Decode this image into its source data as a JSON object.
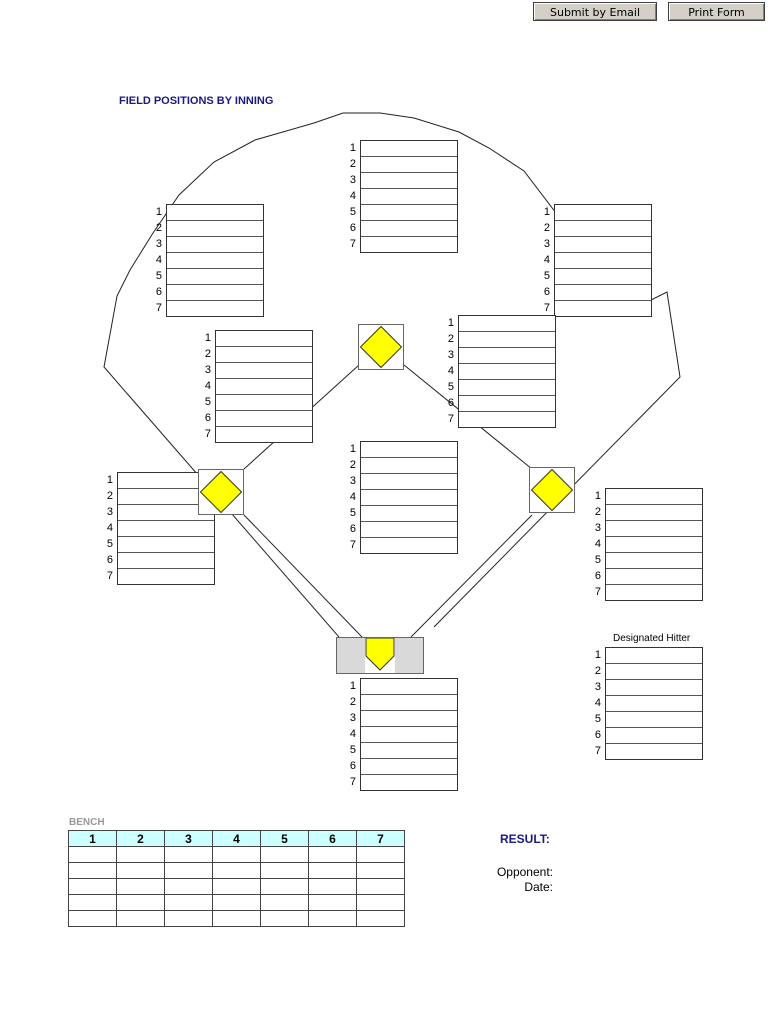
{
  "toolbar": {
    "submit_label": "Submit by Email",
    "print_label": "Print Form"
  },
  "title": "FIELD POSITIONS BY INNING",
  "innings": [
    "1",
    "2",
    "3",
    "4",
    "5",
    "6",
    "7"
  ],
  "positions": {
    "center_field": {
      "label": "",
      "entries": [
        "",
        "",
        "",
        "",
        "",
        "",
        ""
      ]
    },
    "left_field": {
      "label": "",
      "entries": [
        "",
        "",
        "",
        "",
        "",
        "",
        ""
      ]
    },
    "right_field": {
      "label": "",
      "entries": [
        "",
        "",
        "",
        "",
        "",
        "",
        ""
      ]
    },
    "shortstop": {
      "label": "",
      "entries": [
        "",
        "",
        "",
        "",
        "",
        "",
        ""
      ]
    },
    "second_base": {
      "label": "",
      "entries": [
        "",
        "",
        "",
        "",
        "",
        "",
        ""
      ]
    },
    "third_base": {
      "label": "",
      "entries": [
        "",
        "",
        "",
        "",
        "",
        "",
        ""
      ]
    },
    "pitcher": {
      "label": "",
      "entries": [
        "",
        "",
        "",
        "",
        "",
        "",
        ""
      ]
    },
    "first_base": {
      "label": "",
      "entries": [
        "",
        "",
        "",
        "",
        "",
        "",
        ""
      ]
    },
    "catcher": {
      "label": "",
      "entries": [
        "",
        "",
        "",
        "",
        "",
        "",
        ""
      ]
    },
    "designated_hitter": {
      "label": "Designated Hitter",
      "entries": [
        "",
        "",
        "",
        "",
        "",
        "",
        ""
      ]
    }
  },
  "bench": {
    "label": "BENCH",
    "columns": [
      "1",
      "2",
      "3",
      "4",
      "5",
      "6",
      "7"
    ],
    "rows": 5
  },
  "result": {
    "heading": "RESULT:",
    "opponent_label": "Opponent:",
    "date_label": "Date:"
  },
  "colors": {
    "title": "#1a1a80",
    "base_fill": "#ffff00",
    "bench_header": "#ccffff",
    "button_face": "#d4d0c8"
  }
}
